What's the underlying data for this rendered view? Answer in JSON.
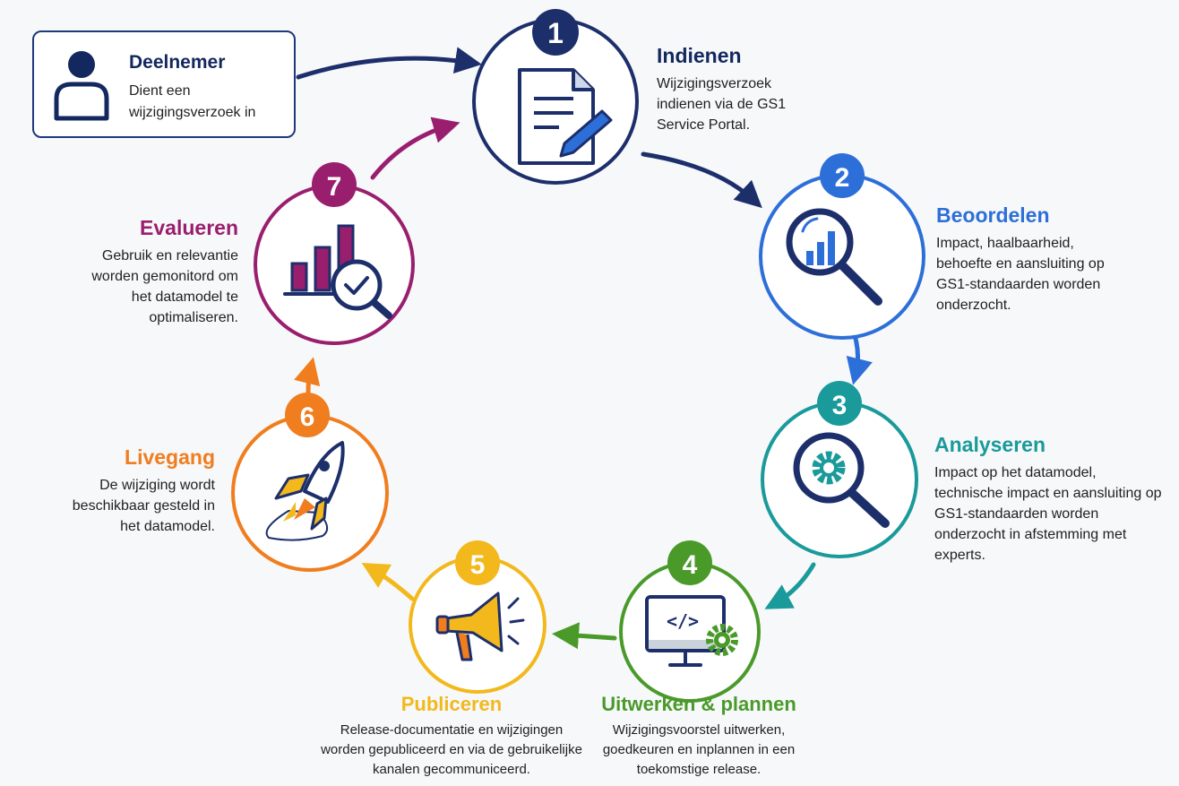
{
  "participant": {
    "title": "Deelnemer",
    "description": "Dient een wijzigingsverzoek in"
  },
  "colors": {
    "navy": "#1d2f6b",
    "blue": "#2d6fd8",
    "teal": "#1a9a9a",
    "green": "#4a9a2a",
    "yellow": "#f2b81c",
    "orange": "#f07d1e",
    "purple": "#9a1e6e"
  },
  "steps": [
    {
      "number": "1",
      "title": "Indienen",
      "description": "Wijzigingsverzoek indienen via de GS1 Service Portal.",
      "icon": "document-pen-icon"
    },
    {
      "number": "2",
      "title": "Beoordelen",
      "description": "Impact, haalbaarheid, behoefte en aansluiting op GS1-standaarden worden onderzocht.",
      "icon": "magnifier-chart-icon"
    },
    {
      "number": "3",
      "title": "Analyseren",
      "description": "Impact op het datamodel, technische impact en aansluiting op GS1-standaarden worden onderzocht in afstemming met experts.",
      "icon": "magnifier-gear-icon"
    },
    {
      "number": "4",
      "title": "Uitwerken & plannen",
      "description": "Wijzigingsvoorstel uitwerken, goedkeuren en inplannen in een toekomstige release.",
      "icon": "monitor-code-gear-icon"
    },
    {
      "number": "5",
      "title": "Publiceren",
      "description": "Release-documentatie en wijzigingen worden gepubliceerd en via de gebruikelijke kanalen gecommuniceerd.",
      "icon": "megaphone-icon"
    },
    {
      "number": "6",
      "title": "Livegang",
      "description": "De wijziging wordt beschikbaar gesteld in het datamodel.",
      "icon": "rocket-icon"
    },
    {
      "number": "7",
      "title": "Evalueren",
      "description": "Gebruik en relevantie worden gemonitord om het datamodel te optimaliseren.",
      "icon": "bar-chart-magnifier-icon"
    }
  ]
}
